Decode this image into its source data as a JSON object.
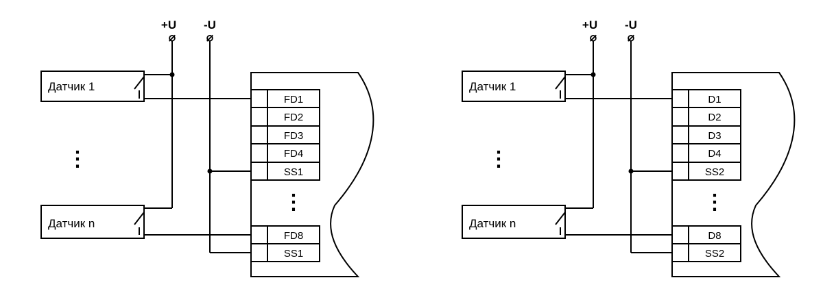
{
  "panels": [
    {
      "rails": {
        "plus": "+U",
        "minus": "-U",
        "symbol": "⌀"
      },
      "sensors": [
        "Датчик 1",
        "Датчик n"
      ],
      "vertical_ellipsis": "⋮",
      "block_ellipsis": "⋮",
      "terminals_top": [
        "FD1",
        "FD2",
        "FD3",
        "FD4",
        "SS1"
      ],
      "terminals_bottom": [
        "FD8",
        "SS1"
      ]
    },
    {
      "rails": {
        "plus": "+U",
        "minus": "-U",
        "symbol": "⌀"
      },
      "sensors": [
        "Датчик 1",
        "Датчик n"
      ],
      "vertical_ellipsis": "⋮",
      "block_ellipsis": "⋮",
      "terminals_top": [
        "D1",
        "D2",
        "D3",
        "D4",
        "SS2"
      ],
      "terminals_bottom": [
        "D8",
        "SS2"
      ]
    }
  ]
}
